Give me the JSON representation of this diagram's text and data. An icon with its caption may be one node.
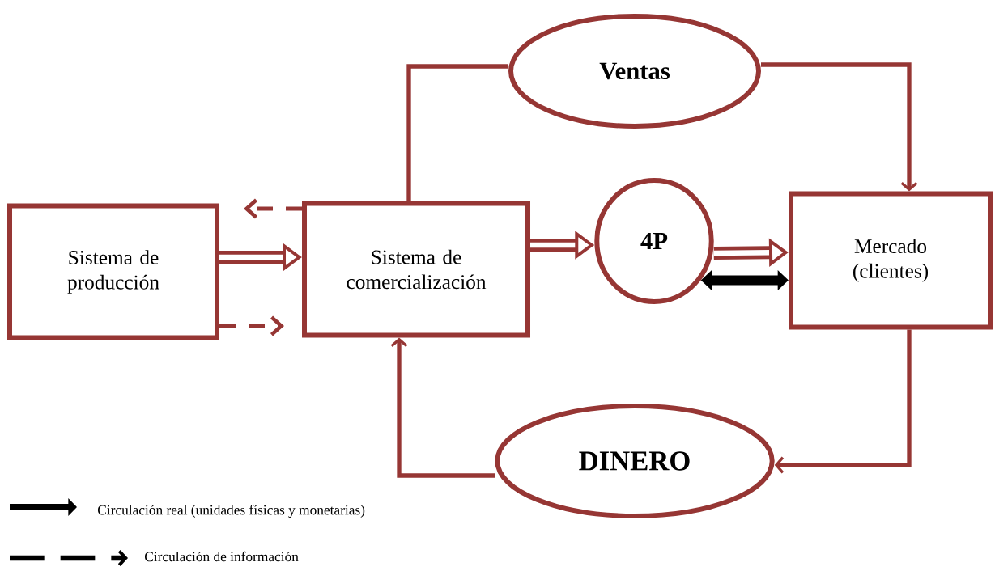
{
  "diagram": {
    "nodes": [
      {
        "text": [
          "Sistema de producción"
        ]
      },
      {
        "text": [
          "Sistema de comercialización"
        ]
      },
      {
        "text": [
          "Ventas"
        ]
      },
      {
        "text": [
          "4P"
        ]
      },
      {
        "text": [
          "Mercado (clientes)"
        ]
      },
      {
        "text": [
          "DINERO"
        ]
      }
    ],
    "edges": [
      {
        "from": 0,
        "to": 1,
        "arrow": "to",
        "style": "thick"
      },
      {
        "from": 1,
        "to": 0,
        "arrow": "to",
        "style": "dashed"
      },
      {
        "from": 0,
        "to": 1,
        "arrow": "to",
        "style": "dashed"
      },
      {
        "from": 1,
        "to": 2,
        "arrow": "none"
      },
      {
        "from": 2,
        "to": 4,
        "arrow": "to"
      },
      {
        "from": 1,
        "to": 3,
        "arrow": "to",
        "style": "thick"
      },
      {
        "from": 3,
        "to": 4,
        "arrow": "to",
        "style": "thick"
      },
      {
        "from": 3,
        "to": 4,
        "arrow": "both",
        "style": "thick",
        "color": "#000000"
      },
      {
        "from": 4,
        "to": 5,
        "arrow": "to"
      },
      {
        "from": 5,
        "to": 1,
        "arrow": "to"
      }
    ],
    "legend": [
      {
        "text": "Circulación real (unidades físicas y monetarias)"
      },
      {
        "text": "Circulación de información"
      }
    ]
  }
}
